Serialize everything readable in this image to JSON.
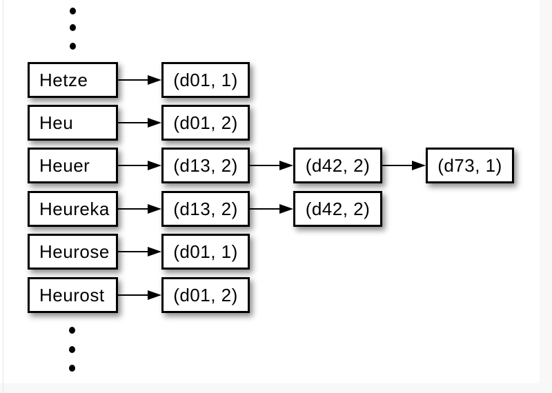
{
  "diagram": {
    "description": "Dictionary terms with linked postings lists (docID, frequency)",
    "rows": [
      {
        "term": "Hetze",
        "postings": [
          "(d01, 1)"
        ]
      },
      {
        "term": "Heu",
        "postings": [
          "(d01, 2)"
        ]
      },
      {
        "term": "Heuer",
        "postings": [
          "(d13, 2)",
          "(d42, 2)",
          "(d73, 1)"
        ]
      },
      {
        "term": "Heureka",
        "postings": [
          "(d13, 2)",
          "(d42, 2)"
        ]
      },
      {
        "term": "Heurose",
        "postings": [
          "(d01, 1)"
        ]
      },
      {
        "term": "Heurost",
        "postings": [
          "(d01, 2)"
        ]
      }
    ],
    "ellipsis_top_dots": 3,
    "ellipsis_bottom_dots": 3,
    "colors": {
      "box_border": "#000000",
      "box_fill": "#ffffff",
      "text": "#000000",
      "slide_background": "#ffffff",
      "gutter_background": "#f8f8f9"
    }
  }
}
